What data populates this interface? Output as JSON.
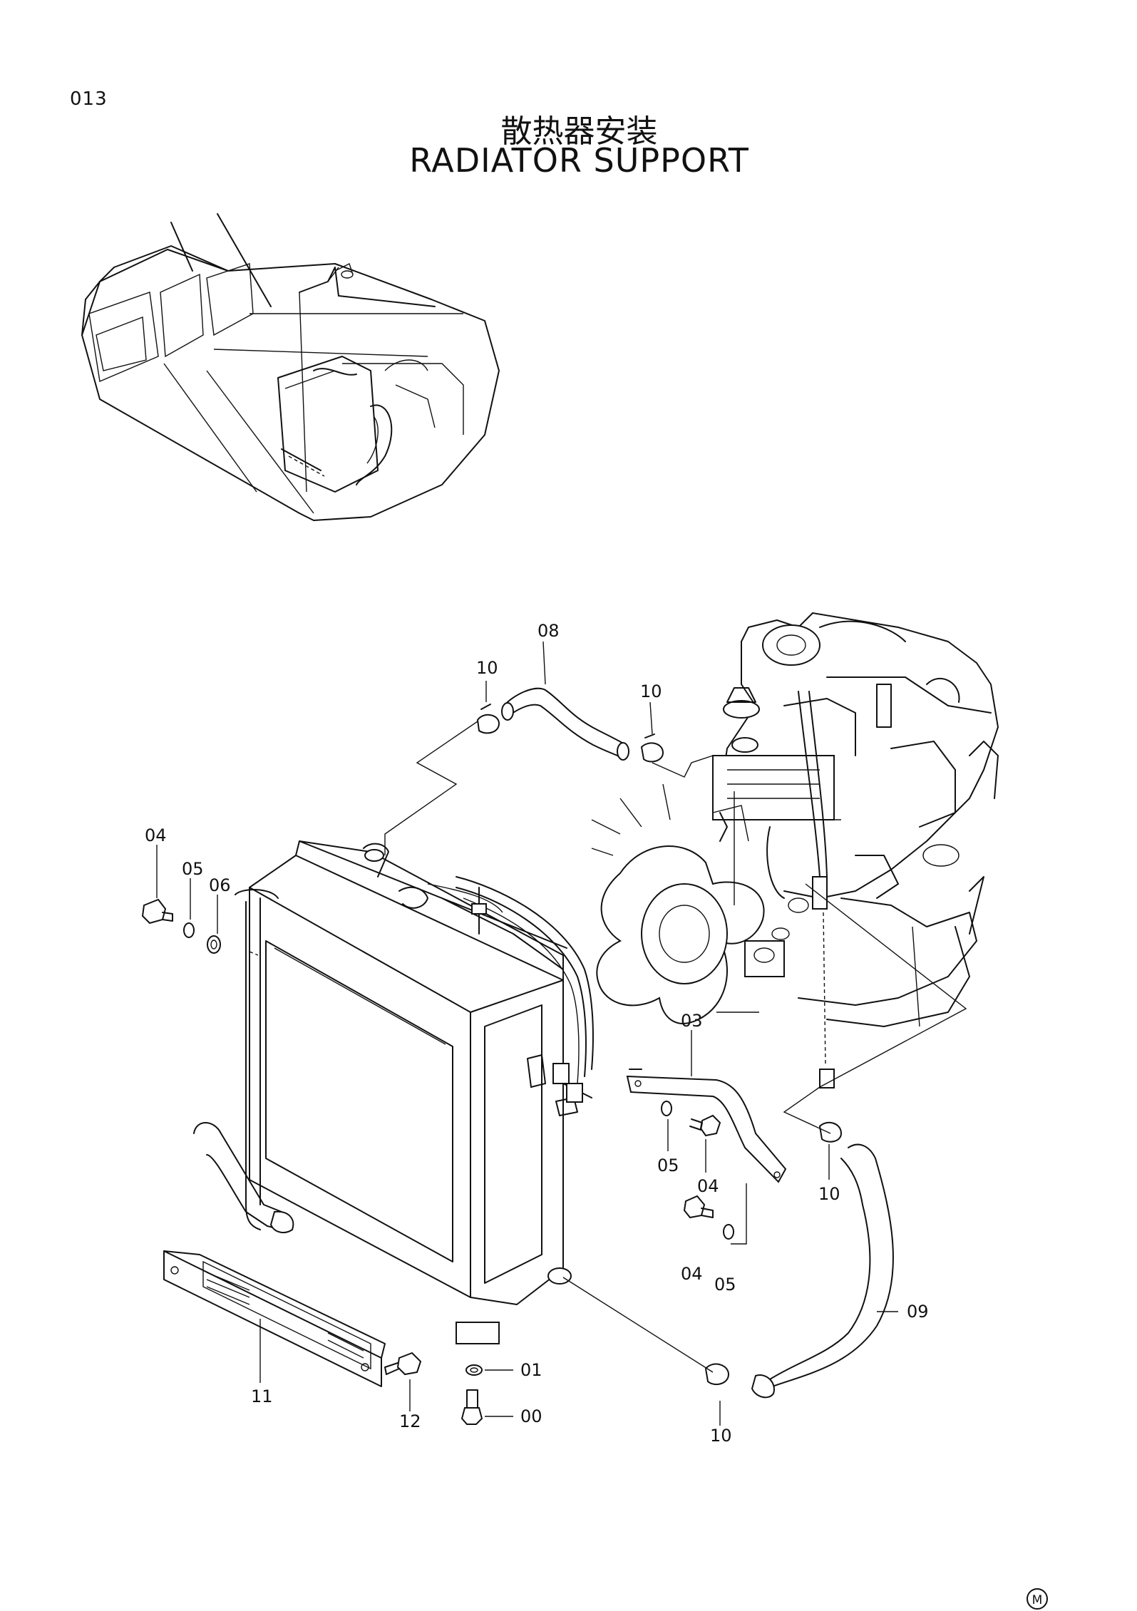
{
  "page": {
    "number": "013",
    "mark": "M"
  },
  "title": {
    "zh": "散热器安装",
    "en": "RADIATOR  SUPPORT"
  },
  "callouts": {
    "c08": "08",
    "c10a": "10",
    "c10b": "10",
    "c04a": "04",
    "c05a": "05",
    "c06": "06",
    "c03": "03",
    "c05b": "05",
    "c04b": "04",
    "c10c": "10",
    "c04c": "04",
    "c05c": "05",
    "c09": "09",
    "c01": "01",
    "c00": "00",
    "c11": "11",
    "c12": "12",
    "c10d": "10"
  }
}
